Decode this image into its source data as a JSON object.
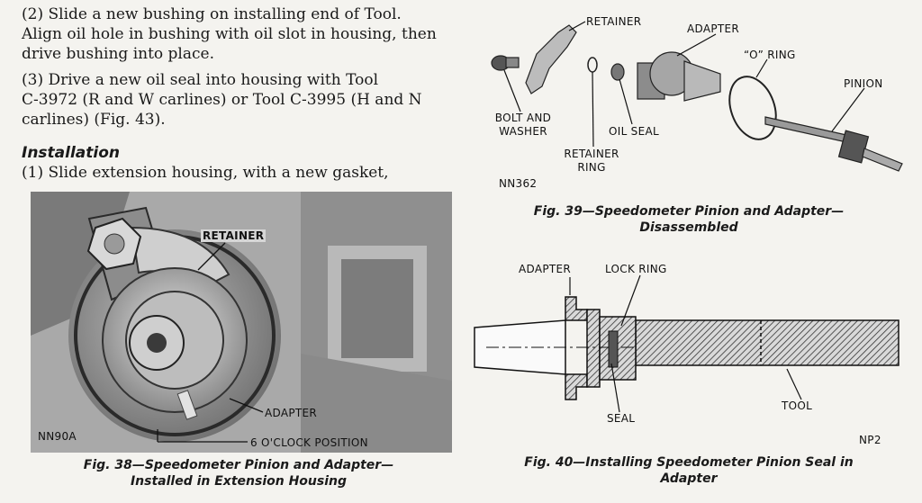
{
  "left_column": {
    "para2_line1": "(2) Slide a new bushing on installing end of Tool.",
    "para2_line2": "Align oil hole in bushing with oil slot in housing, then",
    "para2_line3": "drive bushing into place.",
    "para3_line1": "(3) Drive a new oil seal into housing with Tool",
    "para3_line2": "C-3972 (R and W carlines) or Tool C-3995 (H and N",
    "para3_line3": "carlines) (Fig. 43).",
    "heading": "Installation",
    "para_inst_line1": "(1) Slide extension housing, with a new gasket,"
  },
  "fig38": {
    "code": "NN90A",
    "labels": {
      "retainer": "RETAINER",
      "adapter": "ADAPTER",
      "six_oclock": "6 O'CLOCK POSITION"
    },
    "caption_line1": "Fig. 38—Speedometer Pinion and Adapter—",
    "caption_line2": "Installed in Extension Housing"
  },
  "fig39": {
    "code": "NN362",
    "labels": {
      "retainer": "RETAINER",
      "adapter": "ADAPTER",
      "o_ring": "“O” RING",
      "pinion": "PINION",
      "bolt_line1": "BOLT AND",
      "bolt_line2": "WASHER",
      "oil_seal": "OIL SEAL",
      "retainer_ring_line1": "RETAINER",
      "retainer_ring_line2": "RING"
    },
    "caption_line1": "Fig. 39—Speedometer Pinion and Adapter—",
    "caption_line2": "Disassembled"
  },
  "fig40": {
    "code": "NP2",
    "labels": {
      "adapter": "ADAPTER",
      "lock_ring": "LOCK RING",
      "seal": "SEAL",
      "tool": "TOOL"
    },
    "caption_line1": "Fig. 40—Installing Speedometer Pinion Seal in",
    "caption_line2": "Adapter"
  }
}
